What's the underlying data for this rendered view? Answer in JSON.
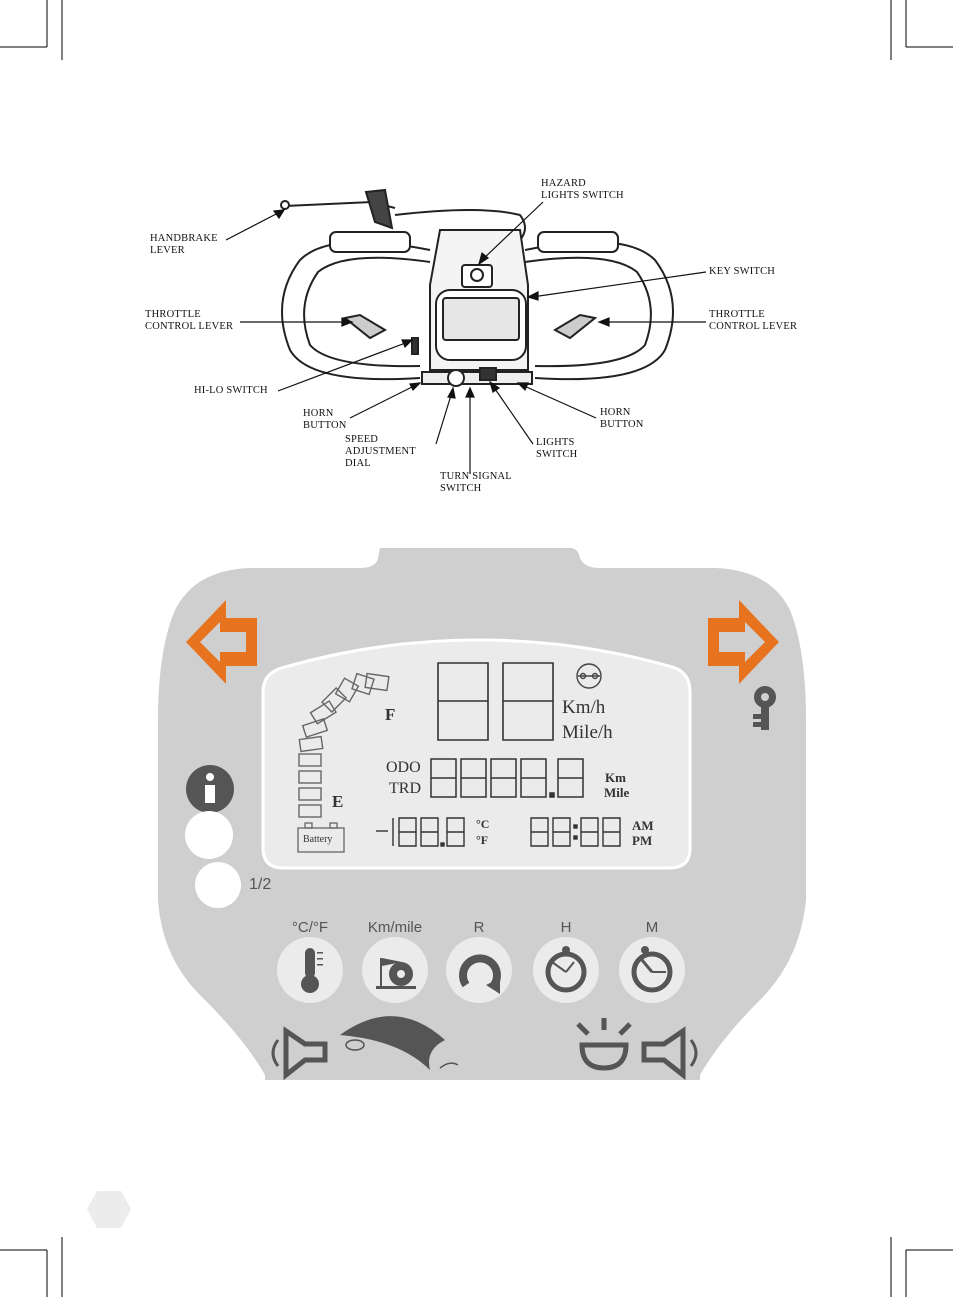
{
  "diagram": {
    "labels": {
      "hazard": "HAZARD\nLIGHTS SWITCH",
      "handbrake": "HANDBRAKE\nLEVER",
      "key_switch": "KEY SWITCH",
      "throttle_left": "THROTTLE\nCONTROL LEVER",
      "throttle_right": "THROTTLE\nCONTROL LEVER",
      "hi_lo": "HI-LO SWITCH",
      "horn_left": "HORN\nBUTTON",
      "horn_right": "HORN\nBUTTON",
      "speed_dial": "SPEED\nADJUSTMENT\nDIAL",
      "lights": "LIGHTS\nSWITCH",
      "turn_signal": "TURN SIGNAL\nSWITCH"
    }
  },
  "panel": {
    "speed_units": [
      "Km/h",
      "Mile/h"
    ],
    "fuel_full": "F",
    "fuel_empty": "E",
    "odo": "ODO",
    "trd": "TRD",
    "dist_units": [
      "Km",
      "Mile"
    ],
    "battery": "Battery",
    "temp_units": [
      "°C",
      "°F"
    ],
    "ampm": [
      "AM",
      "PM"
    ],
    "half": "1/2",
    "buttons": [
      {
        "caption": "°C/°F",
        "icon": "thermometer-icon"
      },
      {
        "caption": "Km/mile",
        "icon": "odometer-icon"
      },
      {
        "caption": "R",
        "icon": "reset-icon"
      },
      {
        "caption": "H",
        "icon": "clock-hour-icon"
      },
      {
        "caption": "M",
        "icon": "clock-minute-icon"
      }
    ],
    "colors": {
      "panel": "#cfcfcf",
      "lcd": "#ebebeb",
      "arrow": "#e8731e",
      "icon": "#555555"
    }
  }
}
